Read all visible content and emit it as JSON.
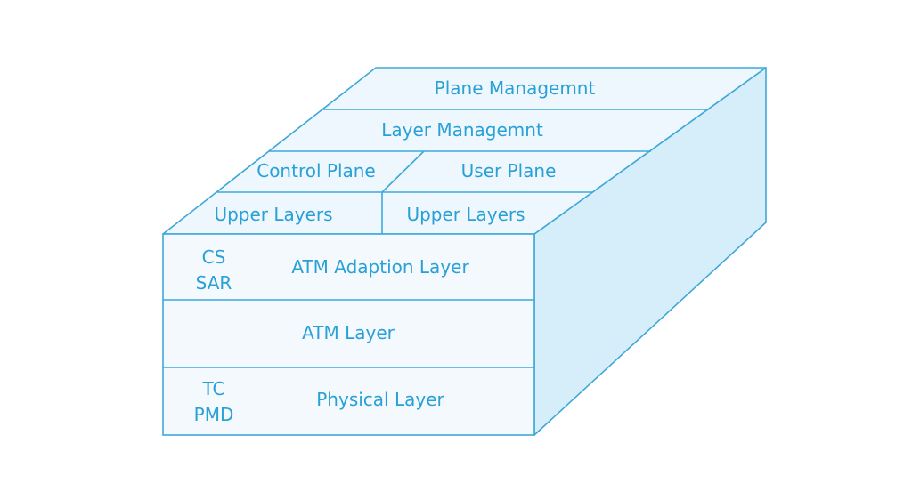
{
  "top": {
    "plane_management": "Plane Managemnt",
    "layer_management": "Layer Managemnt",
    "control_plane": "Control Plane",
    "user_plane": "User Plane",
    "upper_layers_left": "Upper Layers",
    "upper_layers_right": "Upper Layers"
  },
  "front": {
    "aal": {
      "label": "ATM Adaption Layer",
      "sub_1": "CS",
      "sub_2": "SAR"
    },
    "atm": {
      "label": "ATM Layer"
    },
    "physical": {
      "label": "Physical Layer",
      "sub_1": "TC",
      "sub_2": "PMD"
    }
  },
  "colors": {
    "stroke": "#3ea8d8",
    "text": "#29a0d6",
    "top_fill": "#eef7fd",
    "side_fill": "#d6edfa",
    "front_fill": "#f3f9fd"
  }
}
